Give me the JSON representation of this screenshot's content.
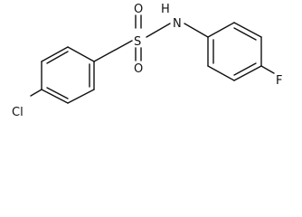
{
  "atoms": {
    "chlorine": "Cl",
    "sulfur": "S",
    "oxygen_top": "O",
    "oxygen_bottom": "O",
    "nitrogen": "N",
    "hydrogen": "H",
    "fluorine": "F"
  },
  "colors": {
    "ink": "#111111",
    "background": "#ffffff"
  }
}
